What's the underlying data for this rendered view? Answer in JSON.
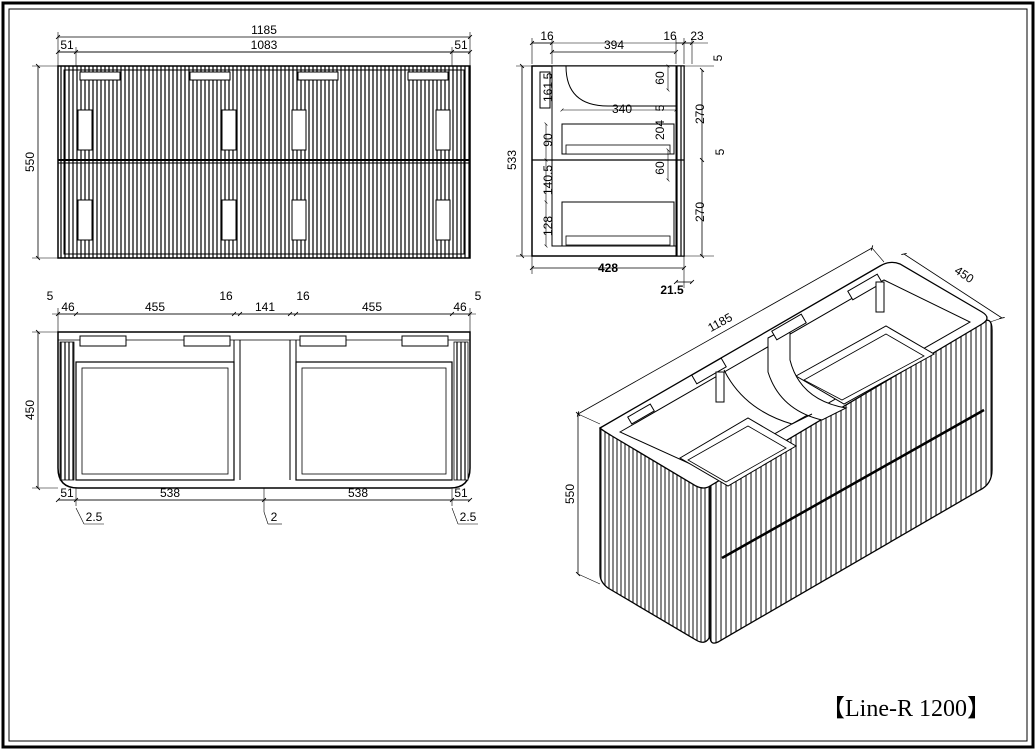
{
  "title_label": "【Line-R 1200】",
  "front_view": {
    "overall_width": "1185",
    "inner_width": "1083",
    "left_offset": "51",
    "right_offset": "51",
    "height": "550"
  },
  "side_view": {
    "top_left": "16",
    "top_width": "394",
    "top_right_a": "16",
    "top_right_b": "23",
    "top_gap": "5",
    "left_161": "161",
    "left_5": "5",
    "inner_340": "340",
    "inner_60_top": "60",
    "inner_5": "5",
    "inner_204": "204",
    "right_270_top": "270",
    "right_5_mid": "5",
    "left_90": "90",
    "left_533": "533",
    "left_140": "140.5",
    "inner_60_bottom": "60",
    "right_270_bottom": "270",
    "left_128": "128",
    "bottom_428": "428",
    "bottom_21": "21.5"
  },
  "top_view": {
    "top_5_left": "5",
    "top_46_left": "46",
    "top_455_left": "455",
    "top_16_mid_left": "16",
    "top_141": "141",
    "top_16_mid_right": "16",
    "top_455_right": "455",
    "top_46_right": "46",
    "top_5_right": "5",
    "depth": "450",
    "bottom_51_left": "51",
    "bottom_538_left": "538",
    "bottom_538_right": "538",
    "bottom_51_right": "51",
    "gap_left": "2.5",
    "gap_mid": "2",
    "gap_right": "2.5"
  },
  "iso_view": {
    "width": "1185",
    "depth": "450",
    "height": "550"
  }
}
